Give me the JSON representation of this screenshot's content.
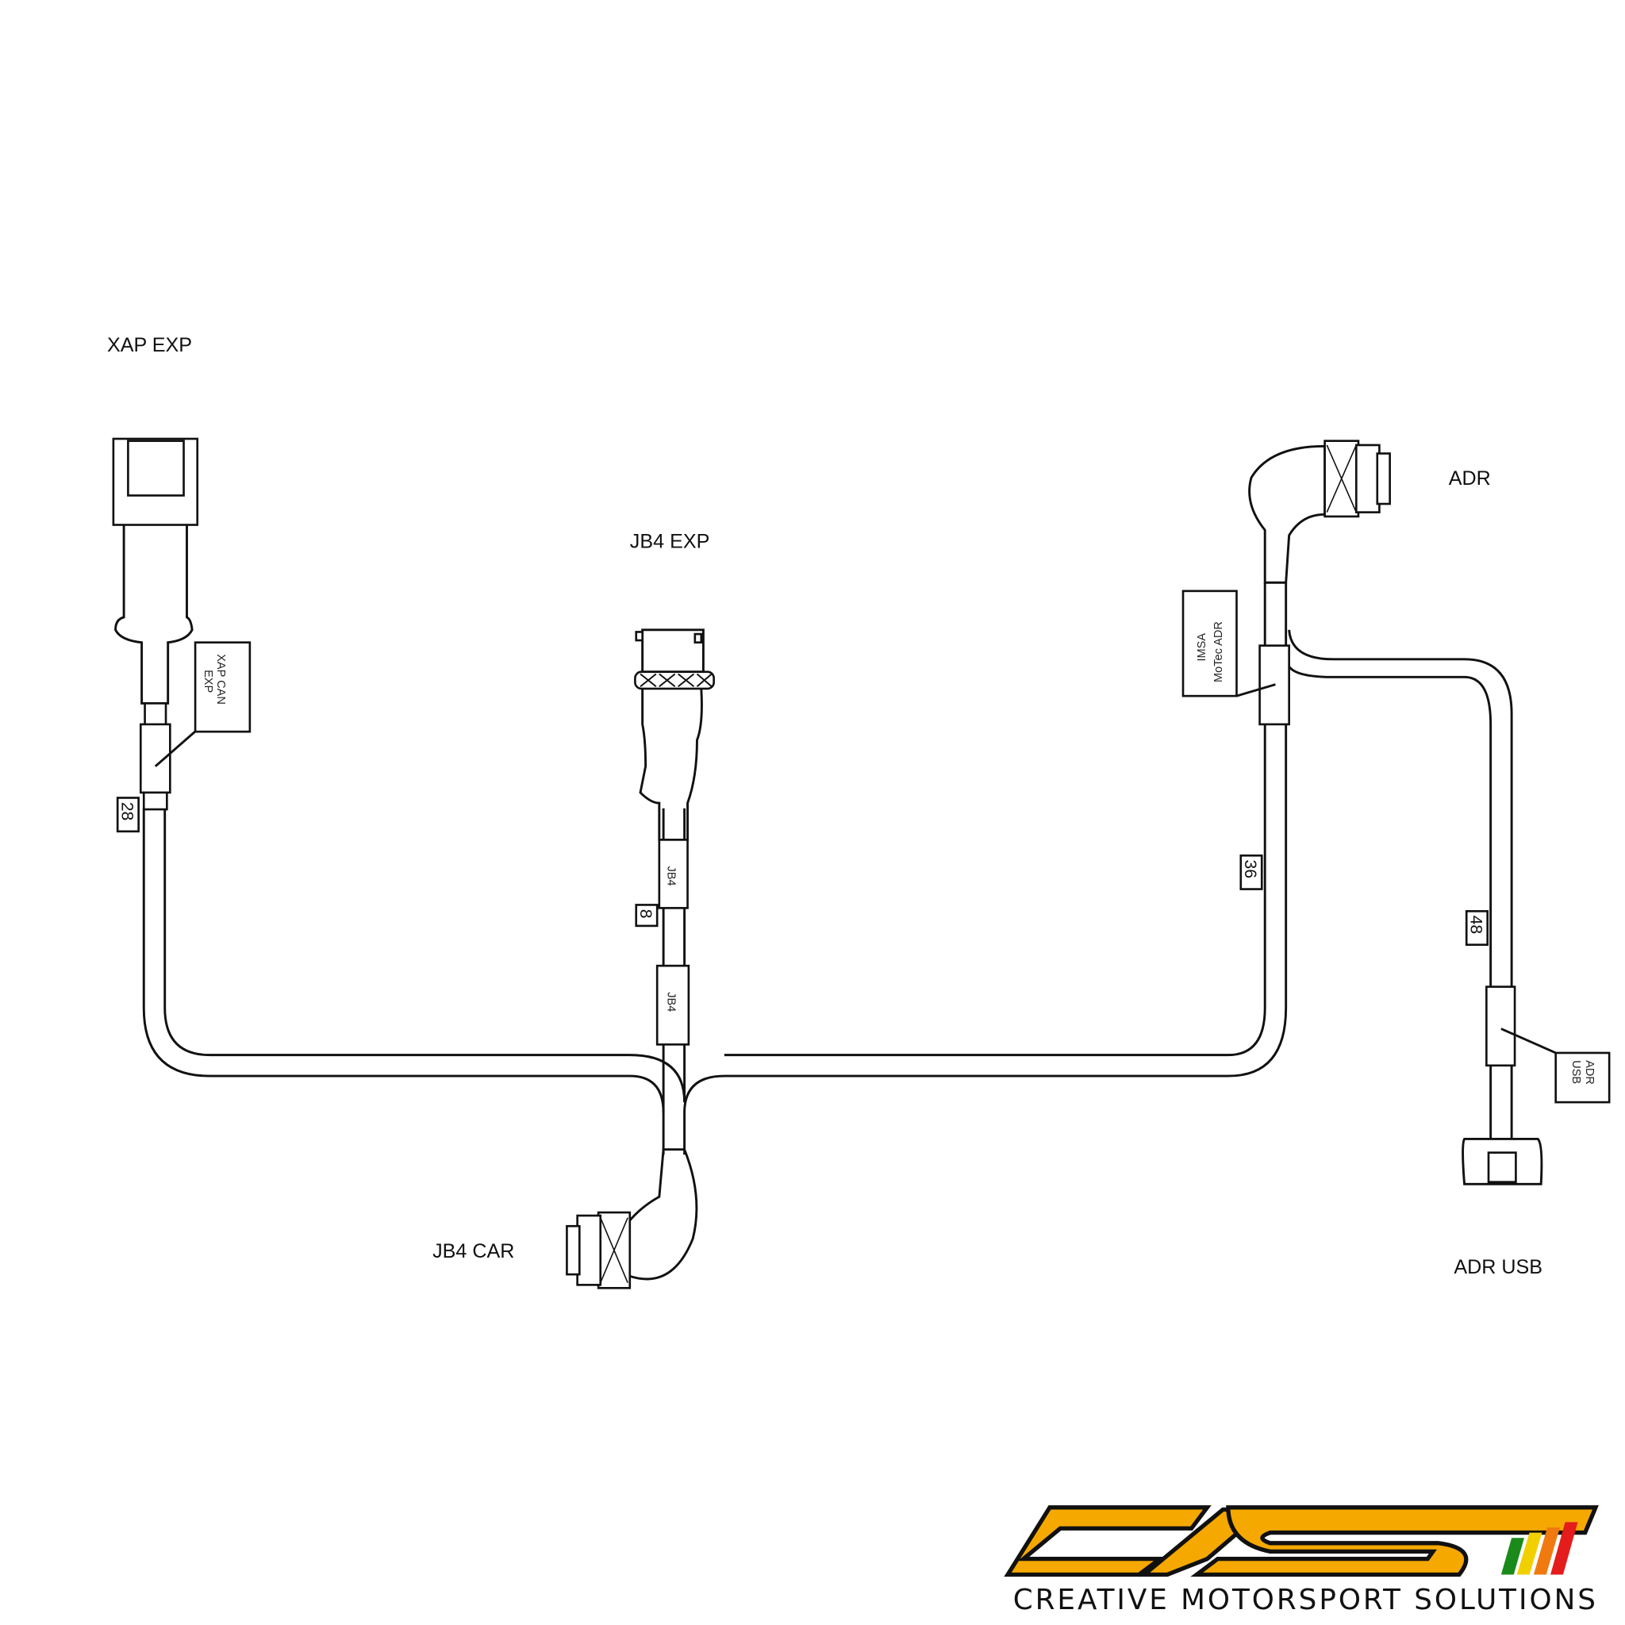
{
  "labels": {
    "xap_exp": "XAP EXP",
    "jb4_exp": "JB4 EXP",
    "adr": "ADR",
    "jb4_car": "JB4 CAR",
    "adr_usb": "ADR USB"
  },
  "tags": {
    "xap_can_exp_line1": "XAP CAN",
    "xap_can_exp_line2": "EXP",
    "imsa_line1": "IMSA",
    "imsa_line2": "MoTec ADR",
    "adr_usb_line1": "ADR",
    "adr_usb_line2": "USB",
    "jb4_upper": "JB4",
    "jb4_lower": "JB4"
  },
  "lengths": {
    "xap": "28",
    "jb4": "8",
    "adr": "36",
    "usb": "48"
  },
  "logo": {
    "wordmark": "CMS",
    "tagline": "CREATIVE MOTORSPORT SOLUTIONS",
    "colors": {
      "orange": "#f5a800",
      "green": "#1a8a1a",
      "yellow": "#f2d000",
      "amber": "#f07a10",
      "red": "#e41c1c"
    }
  }
}
